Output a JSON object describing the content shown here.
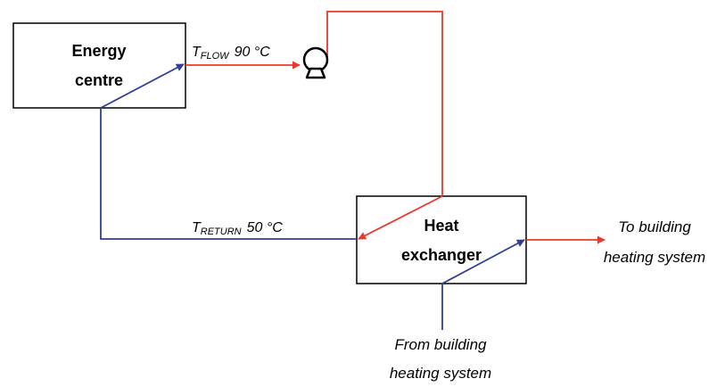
{
  "energy_centre": {
    "line1": "Energy",
    "line2": "centre"
  },
  "heat_exchanger": {
    "line1": "Heat",
    "line2": "exchanger"
  },
  "flow_label": {
    "symbol": "T",
    "subscript": "FLOW",
    "value": "90 °C"
  },
  "return_label": {
    "symbol": "T",
    "subscript": "RETURN",
    "value": "50 °C"
  },
  "to_building": {
    "line1": "To building",
    "line2": "heating system"
  },
  "from_building": {
    "line1": "From building",
    "line2": "heating system"
  },
  "pump": {
    "icon": "pump-icon"
  },
  "colors": {
    "supply": "#e8392a",
    "return": "#2f3f95",
    "box": "#000000"
  }
}
